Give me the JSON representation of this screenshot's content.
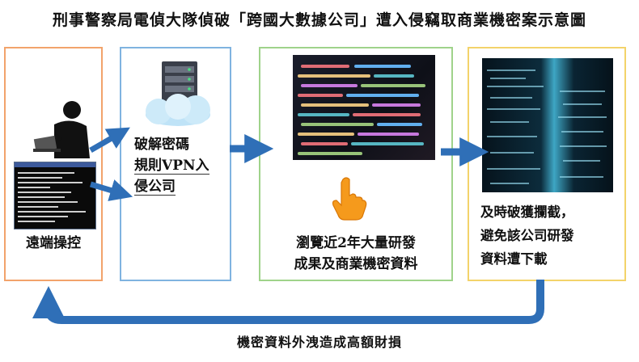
{
  "title": "刑事警察局電偵大隊偵破「跨國大數據公司」遭入侵竊取商業機密案示意圖",
  "steps": {
    "remote": {
      "label": "遠端操控"
    },
    "crack": {
      "line1": "破解密碼",
      "line2": "規則VPN入",
      "line3": "侵公司"
    },
    "browse": {
      "line1": "瀏覽近2年大量研發",
      "line2": "成果及商業機密資料"
    },
    "intercept": {
      "line1": "及時破獲攔截，",
      "line2": "避免該公司研發",
      "line3": "資料遭下載"
    }
  },
  "bottom_caption": "機密資料外洩造成高額財損",
  "colors": {
    "arrow": "#2f6fb7",
    "box_remote": "#f2a36b",
    "box_crack": "#7fb3e0",
    "box_browse": "#9fd38a",
    "box_intercept": "#f3d36a",
    "hand": "#f59a1c"
  },
  "icons": [
    "hacker-icon",
    "server-cloud-icon",
    "pointing-hand-icon"
  ]
}
